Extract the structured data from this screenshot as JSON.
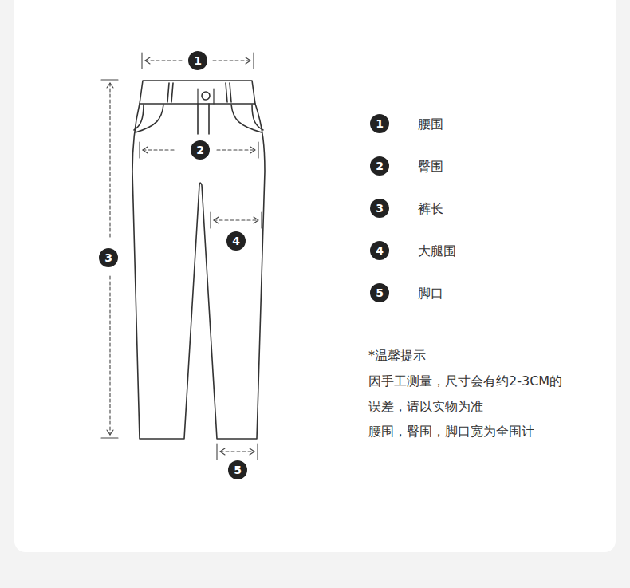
{
  "diagram": {
    "labels": [
      "1",
      "2",
      "3",
      "4",
      "5",
      "1",
      "腰围",
      "2",
      "臀围",
      "3",
      "裤长",
      "4",
      "大腿围",
      "5",
      "脚口",
      "*温馨提示",
      "因手工测量，尺寸会有约2-3CM的",
      "误差，请以实物为准",
      "腰围，臀围，脚口宽为全围计"
    ]
  }
}
